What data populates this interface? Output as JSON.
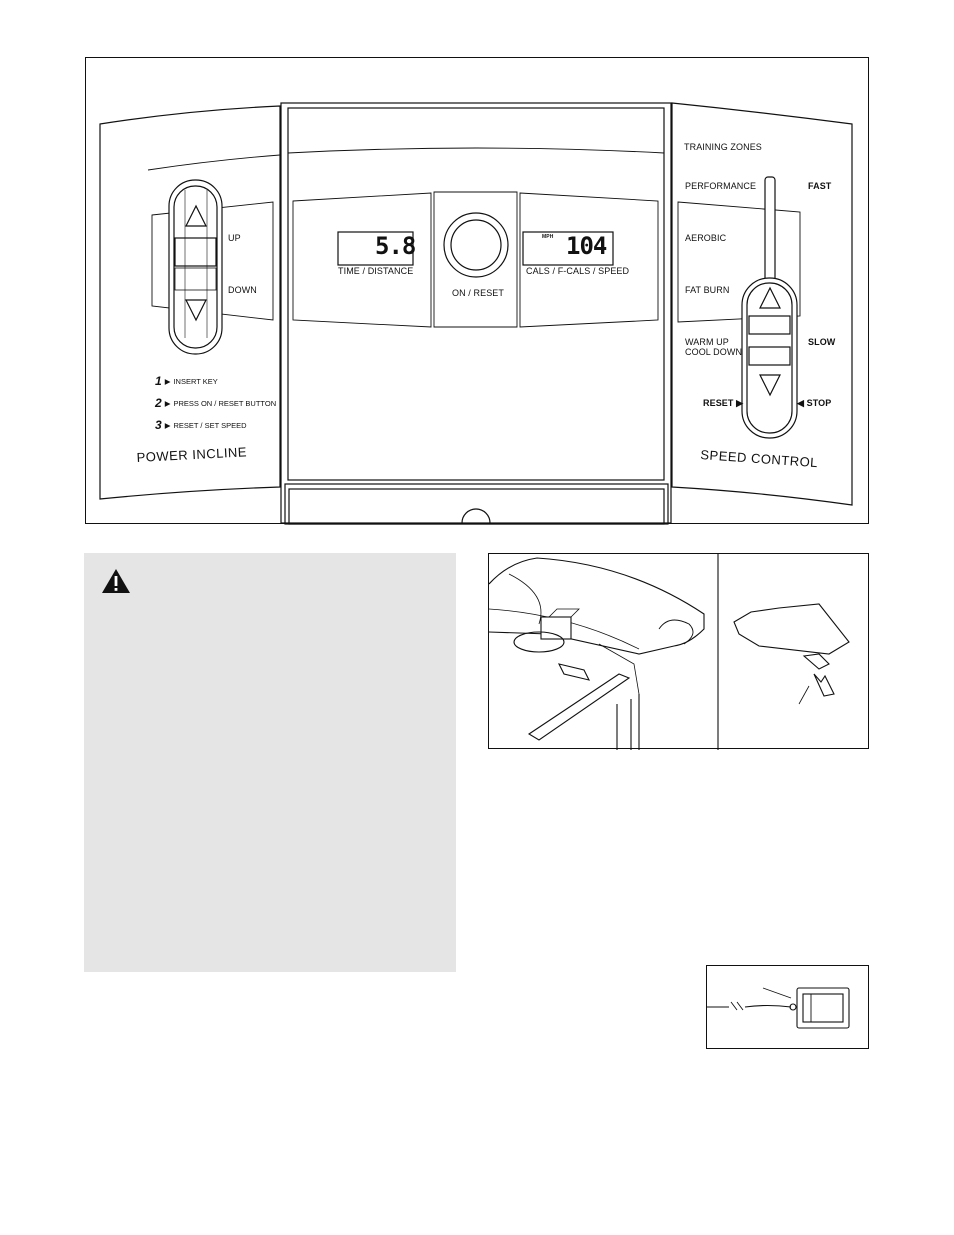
{
  "console": {
    "incline": {
      "up_label": "UP",
      "down_label": "DOWN",
      "title": "POWER  INCLINE",
      "steps": [
        {
          "num": "1",
          "text": "INSERT KEY"
        },
        {
          "num": "2",
          "text": "PRESS ON / RESET BUTTON"
        },
        {
          "num": "3",
          "text": "RESET / SET SPEED"
        }
      ]
    },
    "display": {
      "left_value": "5.8",
      "left_label": "TIME / DISTANCE",
      "button_label": "ON / RESET",
      "right_unit": "MPH",
      "right_value": "104",
      "right_label": "CALS / F-CALS / SPEED"
    },
    "speed": {
      "zones_title": "TRAINING ZONES",
      "zones": [
        "PERFORMANCE",
        "AEROBIC",
        "FAT BURN",
        "WARM UP",
        "COOL DOWN"
      ],
      "fast_label": "FAST",
      "slow_label": "SLOW",
      "reset_label": "RESET ▶",
      "stop_label": "◀ STOP",
      "title": "SPEED  CONTROL"
    }
  }
}
